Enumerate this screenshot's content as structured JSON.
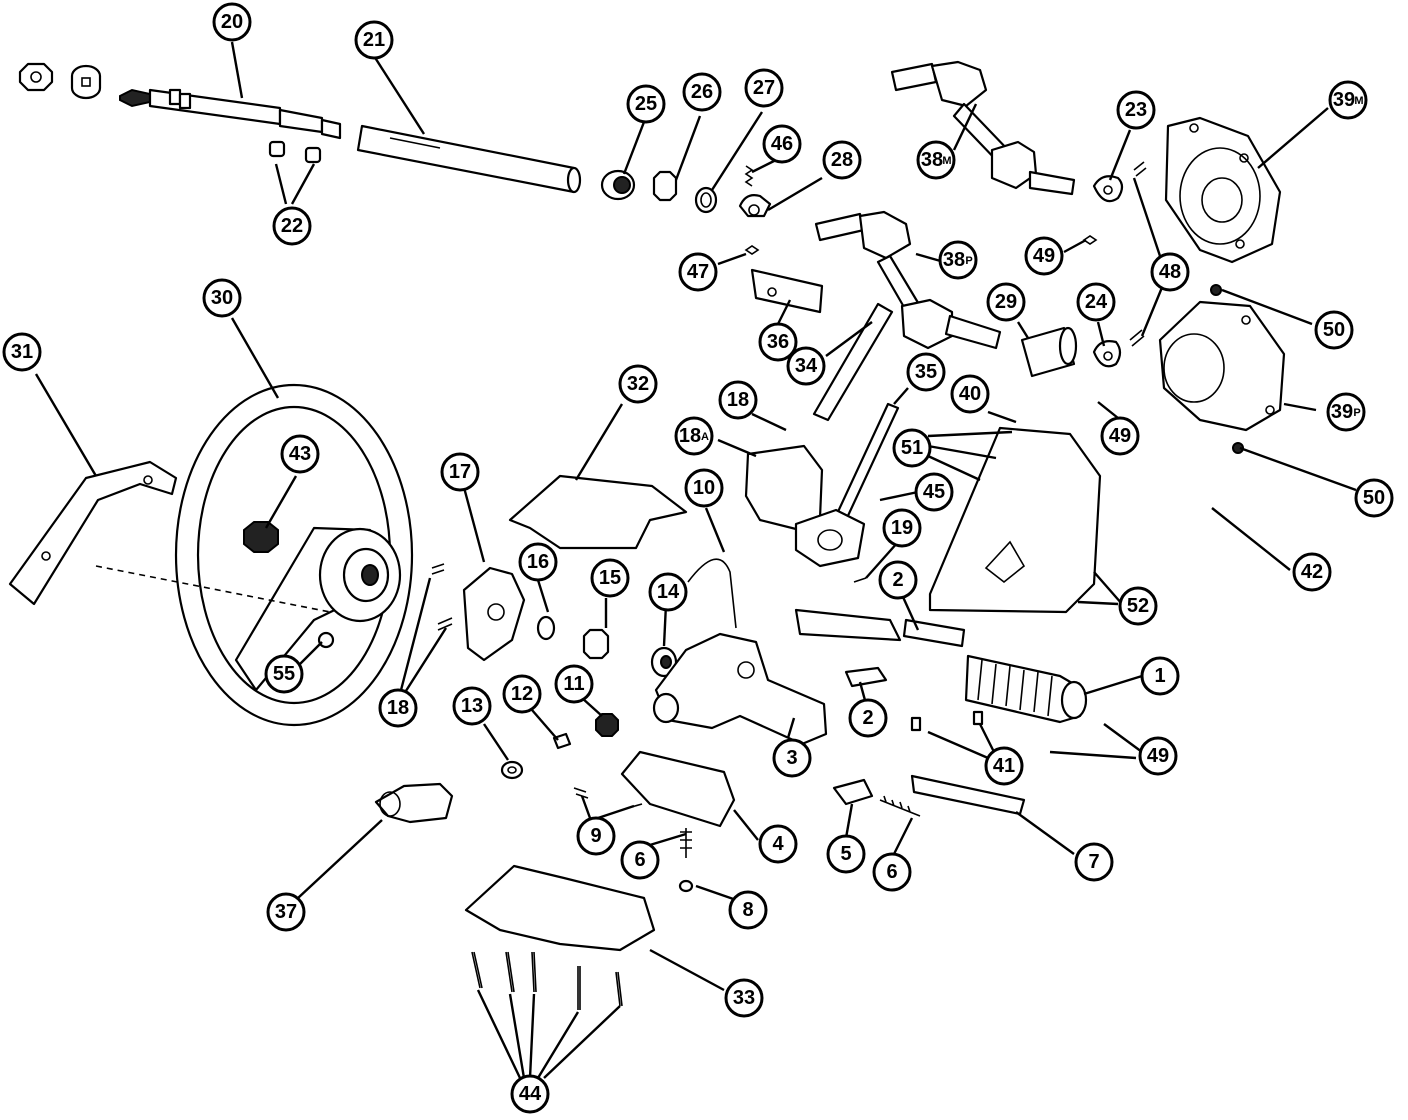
{
  "diagram": {
    "background": "#ffffff",
    "ink": "#000000",
    "callouts": [
      {
        "id": "c20",
        "label": "20"
      },
      {
        "id": "c21",
        "label": "21"
      },
      {
        "id": "c22",
        "label": "22"
      },
      {
        "id": "c25",
        "label": "25"
      },
      {
        "id": "c26",
        "label": "26"
      },
      {
        "id": "c27",
        "label": "27"
      },
      {
        "id": "c46",
        "label": "46"
      },
      {
        "id": "c28",
        "label": "28"
      },
      {
        "id": "c38m",
        "label": "38",
        "suffix": "M"
      },
      {
        "id": "c23",
        "label": "23"
      },
      {
        "id": "c39m",
        "label": "39",
        "suffix": "M"
      },
      {
        "id": "c47",
        "label": "47"
      },
      {
        "id": "c38p",
        "label": "38",
        "suffix": "P"
      },
      {
        "id": "c49a",
        "label": "49"
      },
      {
        "id": "c48",
        "label": "48"
      },
      {
        "id": "c50a",
        "label": "50"
      },
      {
        "id": "c36",
        "label": "36"
      },
      {
        "id": "c34",
        "label": "34"
      },
      {
        "id": "c29",
        "label": "29"
      },
      {
        "id": "c24",
        "label": "24"
      },
      {
        "id": "c39p",
        "label": "39",
        "suffix": "P"
      },
      {
        "id": "c31",
        "label": "31"
      },
      {
        "id": "c30",
        "label": "30"
      },
      {
        "id": "c43",
        "label": "43"
      },
      {
        "id": "c32",
        "label": "32"
      },
      {
        "id": "c35",
        "label": "35"
      },
      {
        "id": "c40",
        "label": "40"
      },
      {
        "id": "c18top",
        "label": "18"
      },
      {
        "id": "c18a",
        "label": "18",
        "suffix": "A"
      },
      {
        "id": "c49b",
        "label": "49"
      },
      {
        "id": "c51",
        "label": "51"
      },
      {
        "id": "c50b",
        "label": "50"
      },
      {
        "id": "c45",
        "label": "45"
      },
      {
        "id": "c17",
        "label": "17"
      },
      {
        "id": "c10",
        "label": "10"
      },
      {
        "id": "c16",
        "label": "16"
      },
      {
        "id": "c19",
        "label": "19"
      },
      {
        "id": "c15",
        "label": "15"
      },
      {
        "id": "c42",
        "label": "42"
      },
      {
        "id": "c2a",
        "label": "2"
      },
      {
        "id": "c52",
        "label": "52"
      },
      {
        "id": "c14",
        "label": "14"
      },
      {
        "id": "c55",
        "label": "55"
      },
      {
        "id": "c18b",
        "label": "18"
      },
      {
        "id": "c1",
        "label": "1"
      },
      {
        "id": "c13",
        "label": "13"
      },
      {
        "id": "c12",
        "label": "12"
      },
      {
        "id": "c11",
        "label": "11"
      },
      {
        "id": "c2b",
        "label": "2"
      },
      {
        "id": "c3",
        "label": "3"
      },
      {
        "id": "c41",
        "label": "41"
      },
      {
        "id": "c49c",
        "label": "49"
      },
      {
        "id": "c9",
        "label": "9"
      },
      {
        "id": "c4",
        "label": "4"
      },
      {
        "id": "c5",
        "label": "5"
      },
      {
        "id": "c6a",
        "label": "6"
      },
      {
        "id": "c6b",
        "label": "6"
      },
      {
        "id": "c7",
        "label": "7"
      },
      {
        "id": "c8",
        "label": "8"
      },
      {
        "id": "c37",
        "label": "37"
      },
      {
        "id": "c33",
        "label": "33"
      },
      {
        "id": "c44",
        "label": "44"
      }
    ]
  }
}
